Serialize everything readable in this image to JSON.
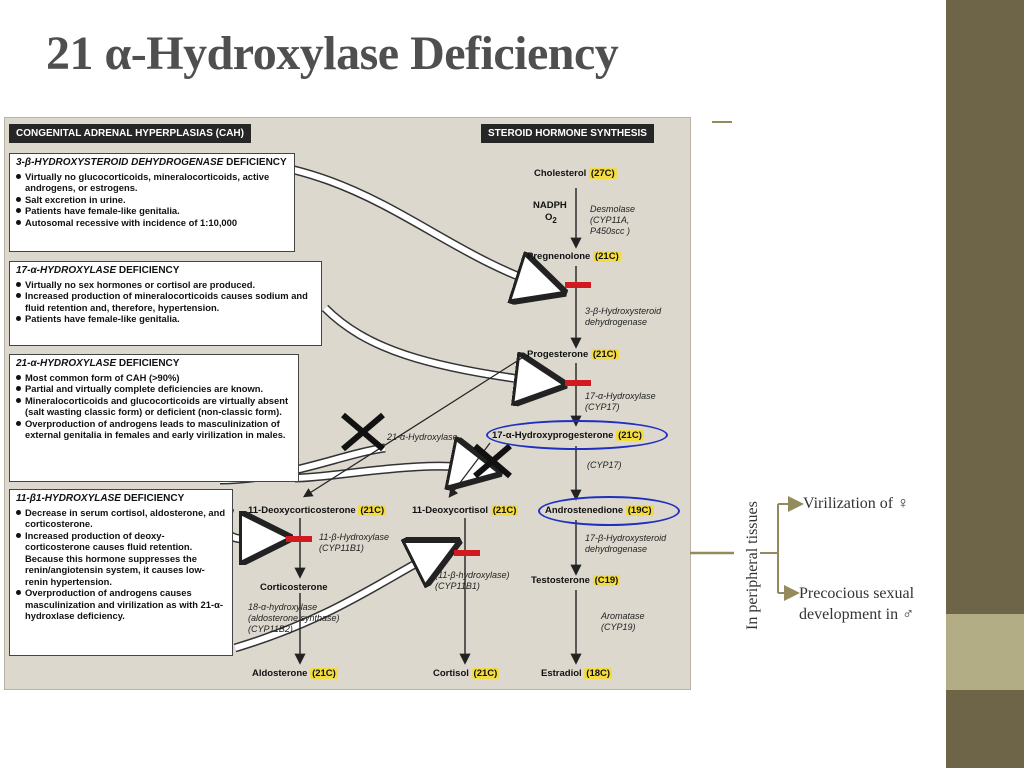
{
  "slide": {
    "title": "21 α-Hydroxylase Deficiency",
    "accent_color": "#6e6548",
    "accent_light": "#b3ad86",
    "connector_color": "#948b5c"
  },
  "figure": {
    "left_header": "CONGENITAL ADRENAL HYPERPLASIAS (CAH)",
    "right_header": "STEROID HORMONE SYNTHESIS",
    "boxes": [
      {
        "title_name": "3-β-HYDROXYSTEROID DEHYDROGENASE",
        "title_suffix": "DEFICIENCY",
        "bullets": [
          "Virtually no glucocorticoids, mineralocorticoids, active androgens, or estrogens.",
          "Salt excretion in urine.",
          "Patients have female-like genitalia.",
          "Autosomal recessive with incidence of 1:10,000"
        ]
      },
      {
        "title_name": "17-α-HYDROXYLASE",
        "title_suffix": "DEFICIENCY",
        "bullets": [
          "Virtually no sex hormones or cortisol are produced.",
          "Increased production of mineralocorticoids causes sodium and fluid retention and, therefore, hypertension.",
          "Patients have female-like genitalia."
        ]
      },
      {
        "title_name": "21-α-HYDROXYLASE",
        "title_suffix": "DEFICIENCY",
        "bullets": [
          "Most common form of CAH (>90%)",
          "Partial and virtually complete deficiencies are known.",
          "Mineralocorticoids and glucocorticoids are virtually absent (salt wasting classic form) or deficient (non-classic form).",
          "Overproduction of androgens leads to masculinization of external genitalia in females and early virilization in males."
        ]
      },
      {
        "title_name": "11-β1-HYDROXYLASE",
        "title_suffix": "DEFICIENCY",
        "bullets": [
          "Decrease in serum cortisol, aldosterone, and corticosterone.",
          "Increased production of deoxy-corticosterone causes fluid retention. Because this hormone suppresses the renin/angiotensin system, it causes low-renin hypertension.",
          "Overproduction of androgens causes masculinization and virilization as with 21-α-hydroxlase deficiency."
        ]
      }
    ],
    "compounds": {
      "cholesterol": {
        "name": "Cholesterol",
        "carbons": "(27C)"
      },
      "nadph": "NADPH",
      "o2": "O",
      "o2_sub": "2",
      "pregnenolone": {
        "name": "Pregnenolone",
        "carbons": "(21C)"
      },
      "progesterone": {
        "name": "Progesterone",
        "carbons": "(21C)"
      },
      "hydroxyprogesterone": {
        "name": "17-α-Hydroxyprogesterone",
        "carbons": "(21C)"
      },
      "deoxycorticosterone": {
        "name": "11-Deoxycorticosterone",
        "carbons": "(21C)"
      },
      "deoxycortisol": {
        "name": "11-Deoxycortisol",
        "carbons": "(21C)"
      },
      "androstenedione": {
        "name": "Androstenedione",
        "carbons": "(19C)"
      },
      "corticosterone": {
        "name": "Corticosterone"
      },
      "testosterone": {
        "name": "Testosterone",
        "carbons": "(C19)"
      },
      "aldosterone": {
        "name": "Aldosterone",
        "carbons": "(21C)"
      },
      "cortisol": {
        "name": "Cortisol",
        "carbons": "(21C)"
      },
      "estradiol": {
        "name": "Estradiol",
        "carbons": "(18C)"
      }
    },
    "enzymes": {
      "desmolase": [
        "Desmolase",
        "(CYP11A,",
        "P450scc )"
      ],
      "hsd3b": [
        "3-β-Hydroxysteroid",
        "dehydrogenase"
      ],
      "hydroxylase17": [
        "17-α-Hydroxylase",
        "(CYP17)"
      ],
      "hydroxylase21": "21-α-Hydroxylase",
      "cyp17": "(CYP17)",
      "hydroxylase11_left": [
        "11-β-Hydroxylase",
        "(CYP11B1)"
      ],
      "hydroxylase11_mid": [
        "(11-β-hydroxylase)",
        "(CYP11B1)"
      ],
      "hsd17b": [
        "17-β-Hydroxysteroid",
        "dehydrogenase"
      ],
      "hydroxylase18": [
        "18-α-hydroxylase",
        "(aldosterone synthase)",
        "(CYP11B2)"
      ],
      "aromatase": [
        "Aromatase",
        "(CYP19)"
      ]
    }
  },
  "annotations": {
    "vertical_label": "In peripheral tissues",
    "virilization": "Virilization of ♀",
    "precocious_line1": "Precocious sexual",
    "precocious_line2": "development in ♂"
  }
}
